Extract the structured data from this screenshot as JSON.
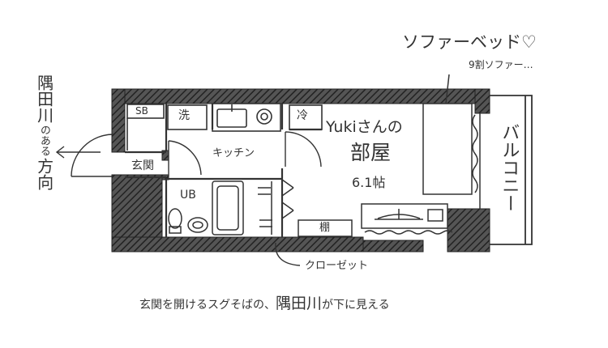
{
  "labels": {
    "sofa_bed": "ソファーベッド♡",
    "sofa_note": "9割ソファー…",
    "shoebox": "SB",
    "washer": "洗",
    "fridge": "冷",
    "entrance": "玄関",
    "kitchen": "キッチン",
    "bath": "UB",
    "room_owner": "Yukiさんの",
    "room": "部屋",
    "room_size": "6.1帖",
    "shelf": "棚",
    "closet": "クローゼット",
    "balcony": "バルコニー",
    "river_dir_a": "隅田川",
    "river_dir_b": "のある",
    "river_dir_c": "方向",
    "caption_pre": "玄関を開けるスグそばの、",
    "caption_em": "隅田川",
    "caption_post": "が下に見える"
  }
}
